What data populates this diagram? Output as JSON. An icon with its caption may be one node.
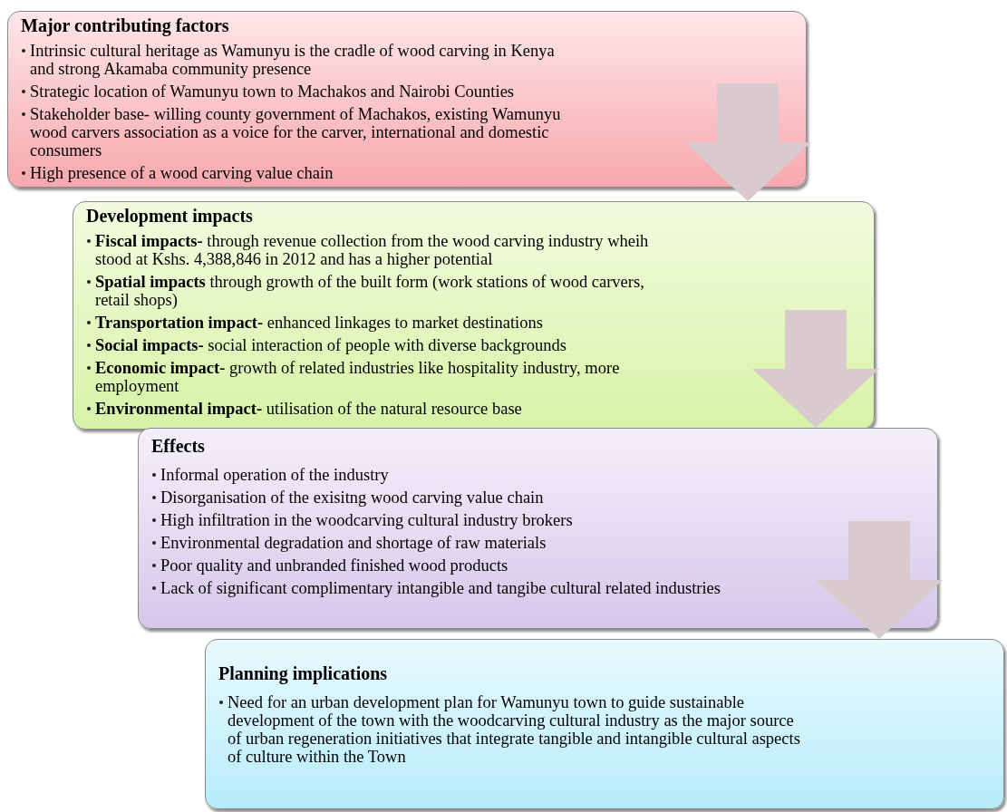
{
  "diagram": {
    "nodes": [
      {
        "text": [
          "Major contributing factors",
          "Intrinsic cultural heritage as Wamunyu is the cradle of wood carving in Kenya and strong Akamaba community presence",
          "Strategic location of Wamunyu town to Machakos and Nairobi Counties",
          "Stakeholder base- willing county government of Machakos, existing Wamunyu wood carvers association as a voice for the carver, international and domestic consumers",
          "High presence of a wood carving value chain"
        ]
      },
      {
        "text": [
          "Development impacts",
          "**Fiscal impacts-** through revenue collection from the wood carving industry wheih stood at Kshs. 4,388,846 in 2012 and has a higher potential",
          "**Spatial impacts** through growth of the built form (work stations of wood carvers, retail shops)",
          "**Transportation impact-** enhanced linkages to market destinations",
          "**Social impacts-** social interaction of people with diverse backgrounds",
          "**Economic impact-** growth of related industries like hospitality industry, more employment",
          "**Environmental impact-** utilisation of the natural resource base"
        ]
      },
      {
        "text": [
          "Effects",
          "Informal operation of the industry",
          "Disorganisation of the exisitng wood carving value chain",
          "High infiltration in the woodcarving cultural industry brokers",
          "Environmental degradation and shortage of raw materials",
          "Poor quality and unbranded finished wood products",
          "Lack of significant complimentary intangible and tangibe cultural related industries"
        ]
      },
      {
        "text": [
          "Planning implications",
          "Need for an urban development plan for Wamunyu town to guide sustainable development of the town with the woodcarving cultural industry as the major source of urban regeneration initiatives that integrate tangible and intangible cultural aspects of culture within the Town"
        ]
      }
    ],
    "edges": [
      {
        "from": 0,
        "to": 1,
        "arrow": "to"
      },
      {
        "from": 1,
        "to": 2,
        "arrow": "to"
      },
      {
        "from": 2,
        "to": 3,
        "arrow": "to"
      }
    ]
  }
}
